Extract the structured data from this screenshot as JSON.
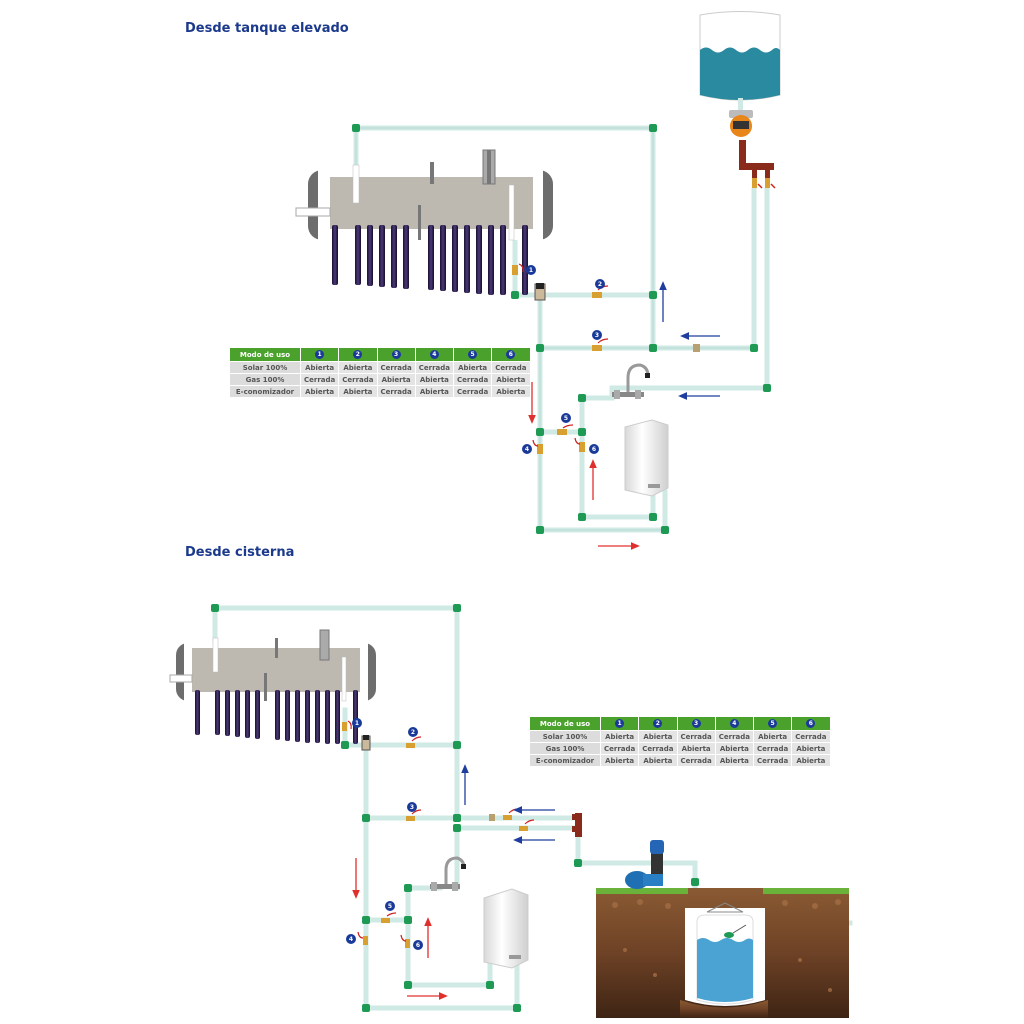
{
  "sections": [
    {
      "title": "Desde tanque elevado",
      "source": "elevated-tank",
      "table": {
        "header_label": "Modo de uso",
        "valves": [
          "1",
          "2",
          "3",
          "4",
          "5",
          "6"
        ],
        "rows": [
          {
            "mode": "Solar 100%",
            "states": [
              "Abierta",
              "Abierta",
              "Cerrada",
              "Cerrada",
              "Abierta",
              "Cerrada"
            ]
          },
          {
            "mode": "Gas 100%",
            "states": [
              "Cerrada",
              "Cerrada",
              "Abierta",
              "Abierta",
              "Cerrada",
              "Abierta"
            ]
          },
          {
            "mode": "E-conomizador",
            "states": [
              "Abierta",
              "Abierta",
              "Cerrada",
              "Abierta",
              "Cerrada",
              "Abierta"
            ]
          }
        ]
      },
      "valve_labels": [
        "1",
        "2",
        "3",
        "4",
        "5",
        "6"
      ]
    },
    {
      "title": "Desde cisterna",
      "source": "cistern",
      "table": {
        "header_label": "Modo de uso",
        "valves": [
          "1",
          "2",
          "3",
          "4",
          "5",
          "6"
        ],
        "rows": [
          {
            "mode": "Solar 100%",
            "states": [
              "Abierta",
              "Abierta",
              "Cerrada",
              "Cerrada",
              "Abierta",
              "Cerrada"
            ]
          },
          {
            "mode": "Gas 100%",
            "states": [
              "Cerrada",
              "Cerrada",
              "Abierta",
              "Abierta",
              "Cerrada",
              "Abierta"
            ]
          },
          {
            "mode": "E-conomizador",
            "states": [
              "Abierta",
              "Abierta",
              "Cerrada",
              "Abierta",
              "Cerrada",
              "Abierta"
            ]
          }
        ]
      },
      "valve_labels": [
        "1",
        "2",
        "3",
        "4",
        "5",
        "6"
      ]
    }
  ],
  "colors": {
    "title": "#1c3a8c",
    "pipe": "#cfe9e4",
    "pipe_edge": "#a9cfc8",
    "fitting": "#1e9a55",
    "table_header": "#4aa12b",
    "valve_badge": "#1a3a9a",
    "cold_arrow": "#1f3d9e",
    "hot_arrow": "#e0302e",
    "water": "#2a8aa0",
    "cistern_water": "#4aa3d3"
  },
  "icons": [
    "solar-heater-icon",
    "elevated-tank-icon",
    "pressure-pump-icon",
    "faucet-icon",
    "gas-boiler-icon",
    "ball-valve-icon",
    "mixing-valve-icon",
    "cistern-icon",
    "manifold-icon"
  ]
}
